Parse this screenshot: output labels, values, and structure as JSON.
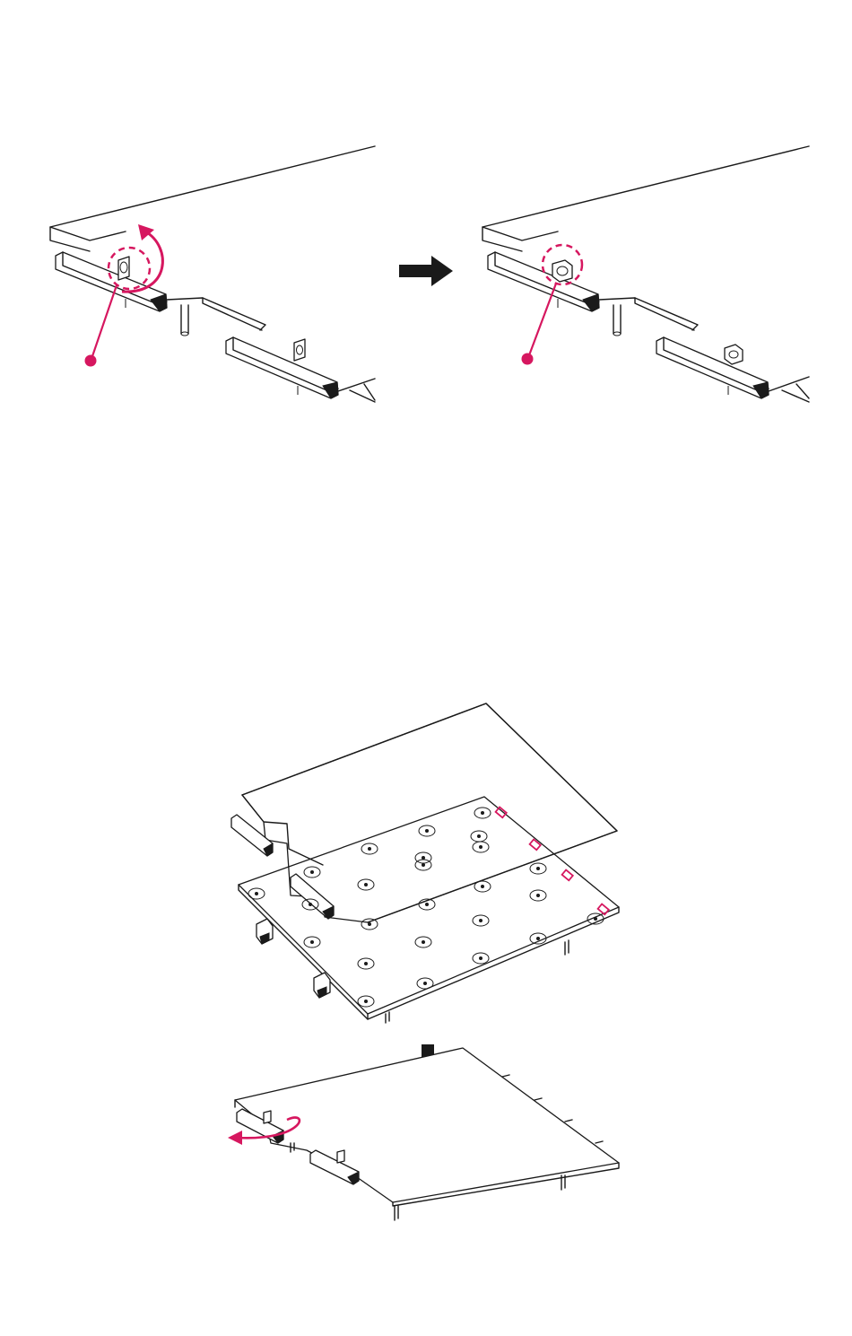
{
  "colors": {
    "line": "#1a1a1a",
    "accent": "#d6175f",
    "background": "#ffffff"
  },
  "icons": {
    "step_arrow": "right-arrow-icon",
    "lower_arrow": "down-arrow-icon",
    "rotate": "rotate-arrow-icon",
    "callout": "callout-dot-icon"
  },
  "figures": {
    "before": "bracket-unrotated",
    "after": "bracket-rotated",
    "assembly": "exploded-plate-assembly",
    "assembled": "assembled-plate"
  }
}
